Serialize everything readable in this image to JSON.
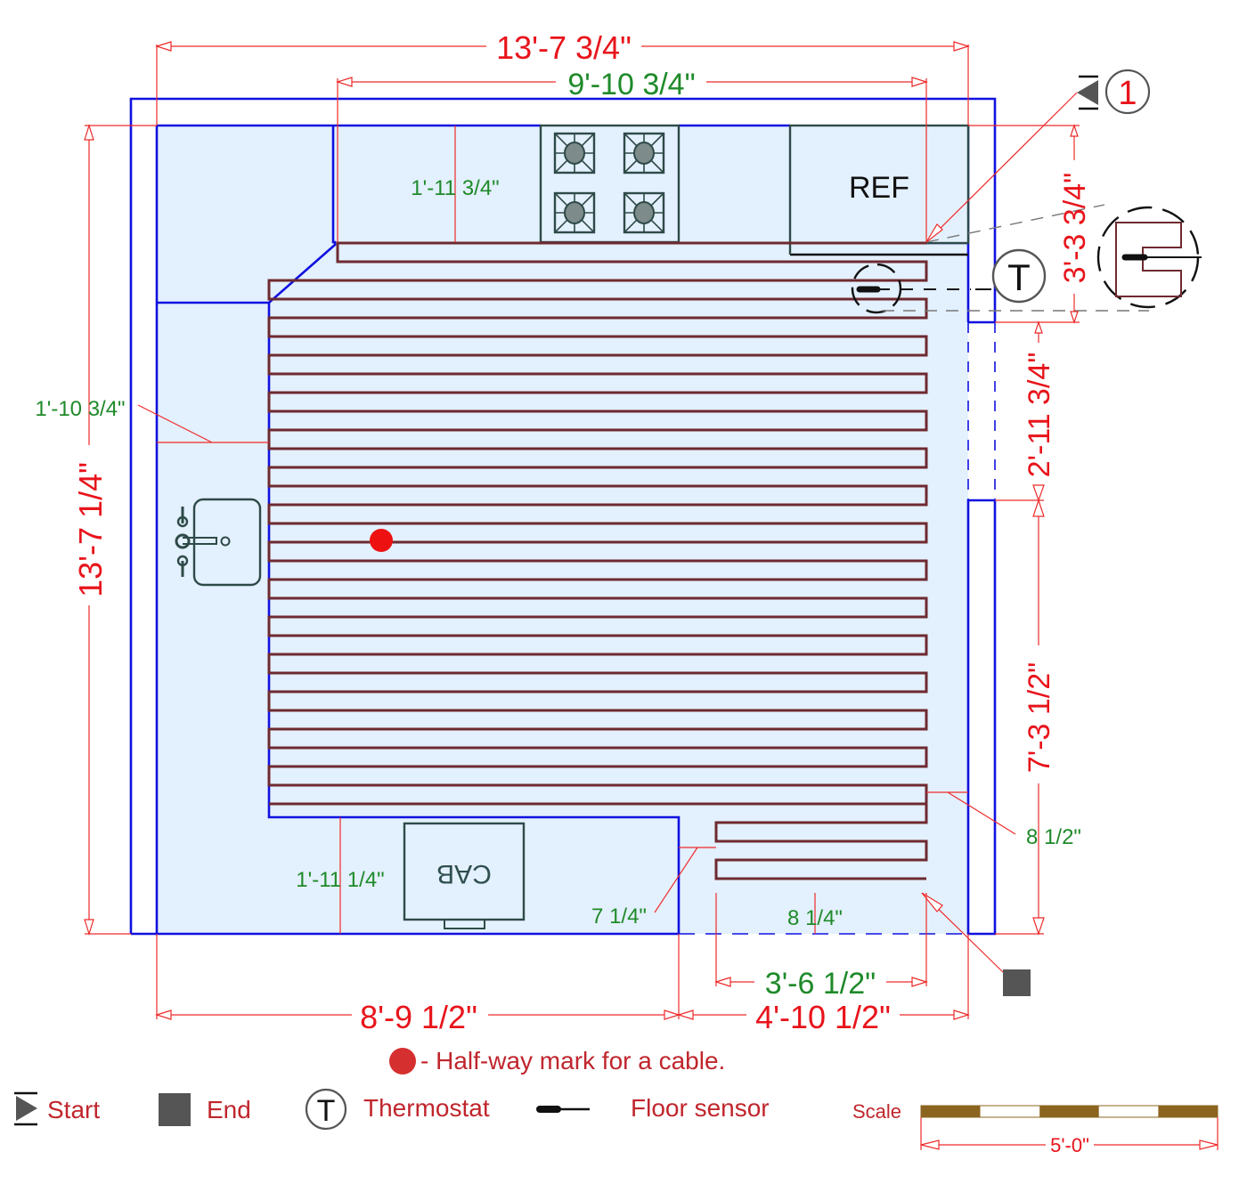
{
  "plan": {
    "type": "heated-floor-cable-layout",
    "colors": {
      "wall": "#1010e0",
      "floor_fill": "#e3f0fd",
      "cable": "#6e2a30",
      "dimension_primary": "#e8141b",
      "dimension_secondary": "#1f8a2a",
      "legend_text": "#c0262d",
      "marker": "#555555",
      "halfway_mark": "#ee1111"
    },
    "cable_runs": {
      "main_rows": 31,
      "lower_rows": 4,
      "halfway_row": 16
    },
    "dimensions": {
      "overall_width": "13'-7 3/4\"",
      "upper_cable_width": "9'-10 3/4\"",
      "overall_height": "13'-7 1/4\"",
      "top_counter_depth": "1'-11 3/4\"",
      "left_counter_depth": "1'-10 3/4\"",
      "bottom_counter_depth": "1'-11 1/4\"",
      "right_upper": "3'-3 3/4\"",
      "right_door": "2'-11 3/4\"",
      "right_lower": "7'-3 1/2\"",
      "edge_offset_right": "8 1/2\"",
      "edge_offset_bottom": "8 1/4\"",
      "edge_offset_counter": "7 1/4\"",
      "lower_cable_width": "3'-6 1/2\"",
      "bottom_left": "8'-9 1/2\"",
      "bottom_right": "4'-10 1/2\""
    },
    "labels": {
      "refrigerator": "REF",
      "cabinet": "CAB",
      "thermostat_symbol": "T",
      "start_marker_number": "1"
    }
  },
  "legend": {
    "halfway_note": "- Half-way mark for a cable.",
    "items": [
      {
        "icon": "start-marker-icon",
        "label": "Start"
      },
      {
        "icon": "end-marker-icon",
        "label": "End"
      },
      {
        "icon": "thermostat-icon",
        "label": "Thermostat",
        "symbol": "T"
      },
      {
        "icon": "floor-sensor-icon",
        "label": "Floor sensor"
      }
    ],
    "scale": {
      "label": "Scale",
      "length": "5'-0\"",
      "segments": 5
    }
  }
}
